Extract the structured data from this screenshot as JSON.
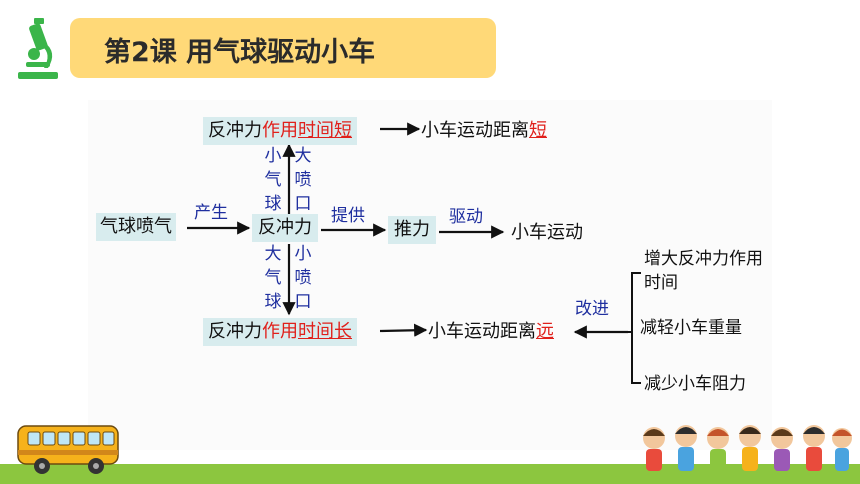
{
  "title": "第2课  用气球驱动小车",
  "nodes": {
    "balloon_spray": "气球喷气",
    "reaction": "反冲力",
    "thrust": "推力",
    "car_move": "小车运动",
    "top_prefix": "反冲力",
    "top_mid": "作用",
    "top_under": "时间短",
    "top_result_prefix": "小车运动距离",
    "top_result_red": "短",
    "bottom_prefix": "反冲力",
    "bottom_mid": "作用",
    "bottom_under": "时间长",
    "bottom_result_prefix": "小车运动距离",
    "bottom_result_red": "远"
  },
  "edges": {
    "produce": "产生",
    "provide": "提供",
    "drive": "驱动",
    "improve": "改进"
  },
  "vertical": {
    "top_left": [
      "小",
      "气",
      "球"
    ],
    "top_right": [
      "大",
      "喷",
      "口"
    ],
    "bottom_left": [
      "大",
      "气",
      "球"
    ],
    "bottom_right": [
      "小",
      "喷",
      "口"
    ]
  },
  "improvements": [
    "增大反冲力作用时间",
    "减轻小车重量",
    "减少小车阻力"
  ],
  "colors": {
    "title_bg": "#ffd978",
    "box_bg": "#d8ecee",
    "accent_red": "#e0201b",
    "label_blue": "#1f2f9f",
    "grass": "#8cc63f",
    "icon_green": "#3bb54a"
  }
}
